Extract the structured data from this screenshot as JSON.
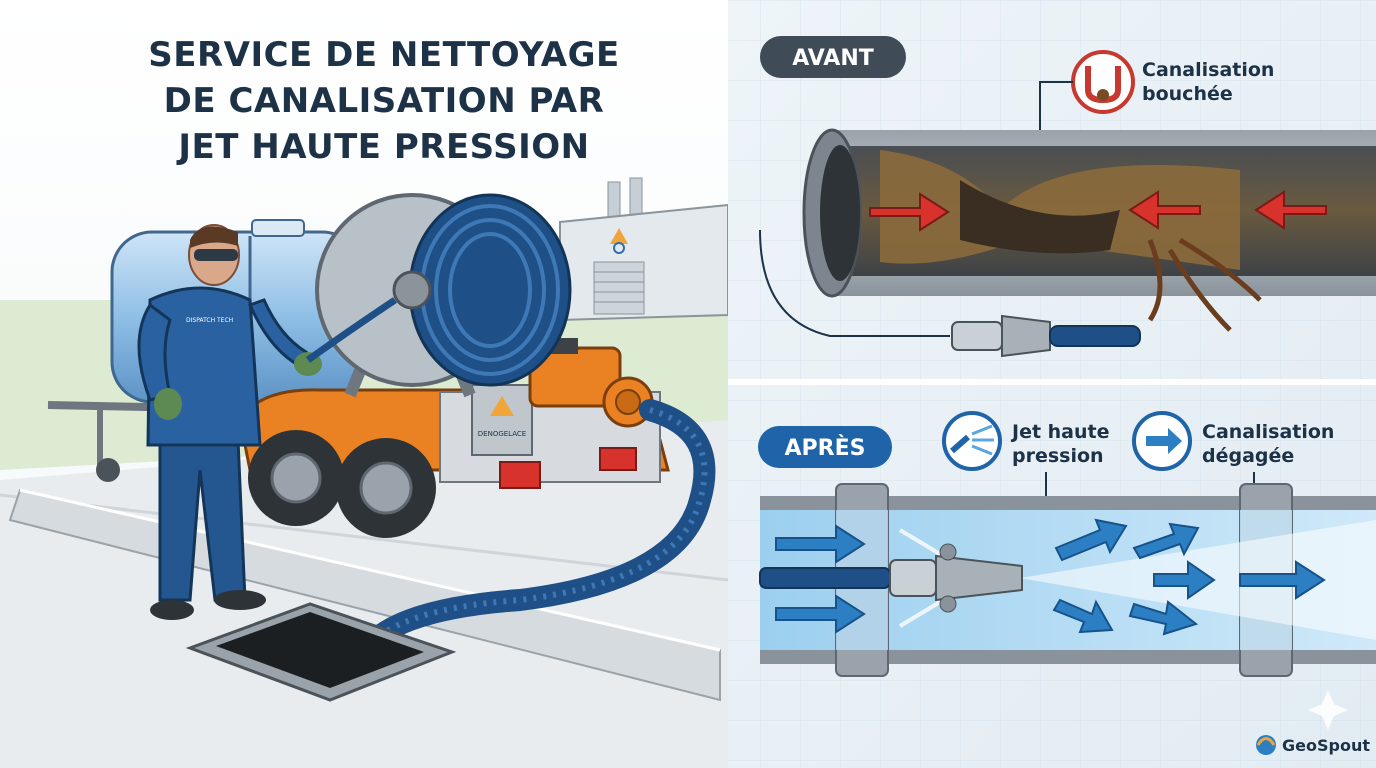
{
  "title_lines": [
    "SERVICE DE NETTOYAGE",
    "DE CANALISATION PAR",
    "JET HAUTE PRESSION"
  ],
  "before": {
    "badge": "AVANT",
    "callout_lines": [
      "Canalisation",
      "bouchée"
    ]
  },
  "after": {
    "badge": "APRÈS",
    "jet_lines": [
      "Jet haute",
      "pression"
    ],
    "clear_lines": [
      "Canalisation",
      "dégagée"
    ]
  },
  "equipment": {
    "unit_label": "DENOGELACE",
    "uniform_badge": "DISPATCH TECH"
  },
  "brand": "GeoSpout",
  "colors": {
    "navy": "#1d3247",
    "badge_dark": "#3f4b57",
    "badge_blue": "#1f63a8",
    "water": "#bfe0f7",
    "arrow_blue": "#2c7fc3",
    "arrow_red": "#d8322c",
    "truck_orange": "#ea8224"
  }
}
